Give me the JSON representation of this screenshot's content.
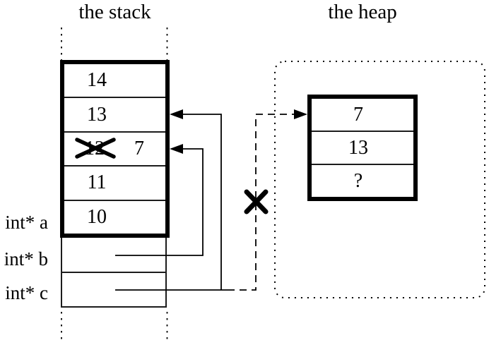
{
  "titles": {
    "stack": "the stack",
    "heap": "the heap"
  },
  "stack": {
    "cells": [
      "14",
      "13",
      "12",
      "11",
      "10"
    ],
    "crossed": {
      "old_value": "12",
      "new_value": "7"
    },
    "pointer_labels": [
      "int* a",
      "int* b",
      "int* c"
    ]
  },
  "heap": {
    "cells": [
      "7",
      "13",
      "?"
    ]
  },
  "icons": {
    "cross_over_value": "invalid-value-cross",
    "cross_on_pointer": "invalid-pointer-cross",
    "stack_arrows": "left-arrowhead",
    "heap_arrow": "right-arrowhead"
  },
  "colors": {
    "ink": "#000000",
    "paper": "#ffffff"
  }
}
